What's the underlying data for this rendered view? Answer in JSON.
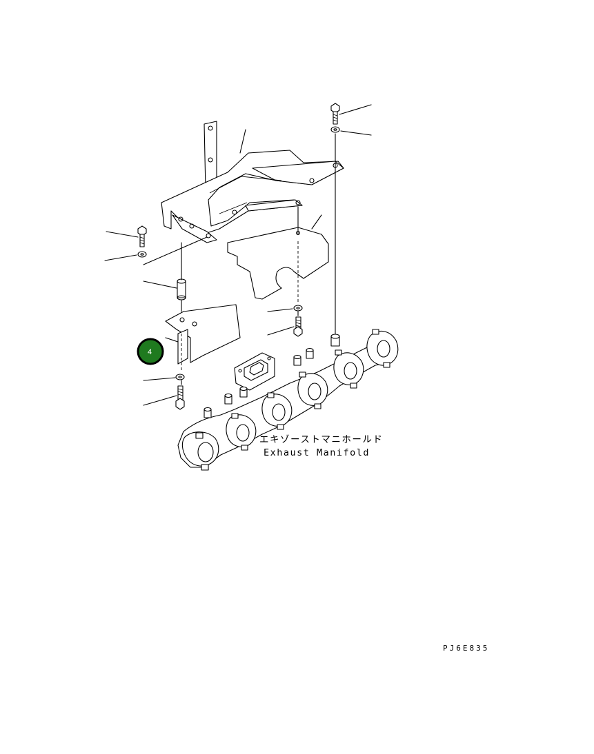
{
  "labels": {
    "part_name_jp": "エキゾーストマニホールド",
    "part_name_en": "Exhaust Manifold",
    "drawing_code": "PJ6E835"
  },
  "callout": {
    "number": "4",
    "fill_color": "#1f7a1f",
    "ring_color": "#000000"
  }
}
